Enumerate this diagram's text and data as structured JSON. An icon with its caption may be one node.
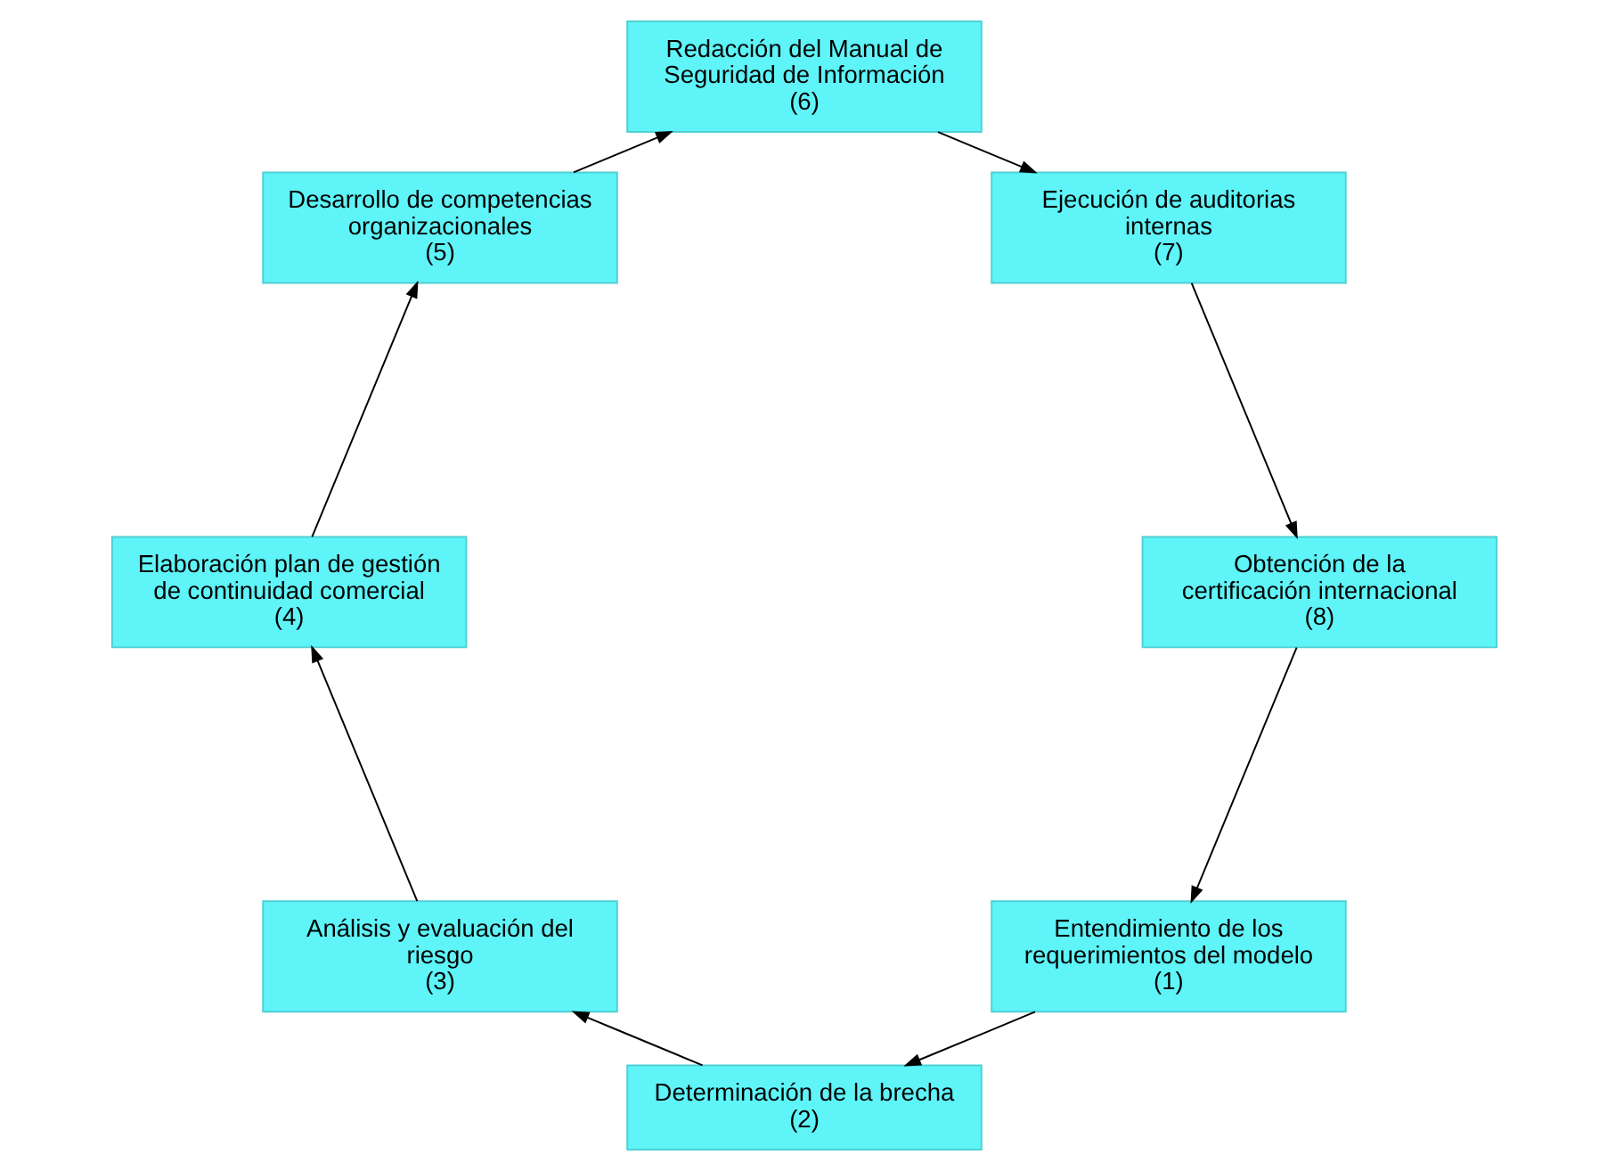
{
  "diagram": {
    "nodes": [
      {
        "text": [
          "Entendimiento de los requerimientos del modelo",
          "(1)"
        ]
      },
      {
        "text": [
          "Determinación de la brecha",
          "(2)"
        ]
      },
      {
        "text": [
          "Análisis y evaluación del riesgo",
          "(3)"
        ]
      },
      {
        "text": [
          "Elaboración plan de gestión de continuidad comercial",
          "(4)"
        ]
      },
      {
        "text": [
          "Desarrollo de competencias organizacionales",
          "(5)"
        ]
      },
      {
        "text": [
          "Redacción del Manual de Seguridad de Información",
          "(6)"
        ]
      },
      {
        "text": [
          "Ejecución de auditorias internas",
          "(7)"
        ]
      },
      {
        "text": [
          "Obtención de la certificación internacional",
          "(8)"
        ]
      }
    ],
    "edges": [
      {
        "from": 0,
        "to": 1,
        "arrow": "to"
      },
      {
        "from": 1,
        "to": 2,
        "arrow": "to"
      },
      {
        "from": 2,
        "to": 3,
        "arrow": "to"
      },
      {
        "from": 3,
        "to": 4,
        "arrow": "to"
      },
      {
        "from": 4,
        "to": 5,
        "arrow": "to"
      },
      {
        "from": 5,
        "to": 6,
        "arrow": "to"
      },
      {
        "from": 6,
        "to": 7,
        "arrow": "to"
      },
      {
        "from": 7,
        "to": 0,
        "arrow": "to"
      }
    ]
  }
}
